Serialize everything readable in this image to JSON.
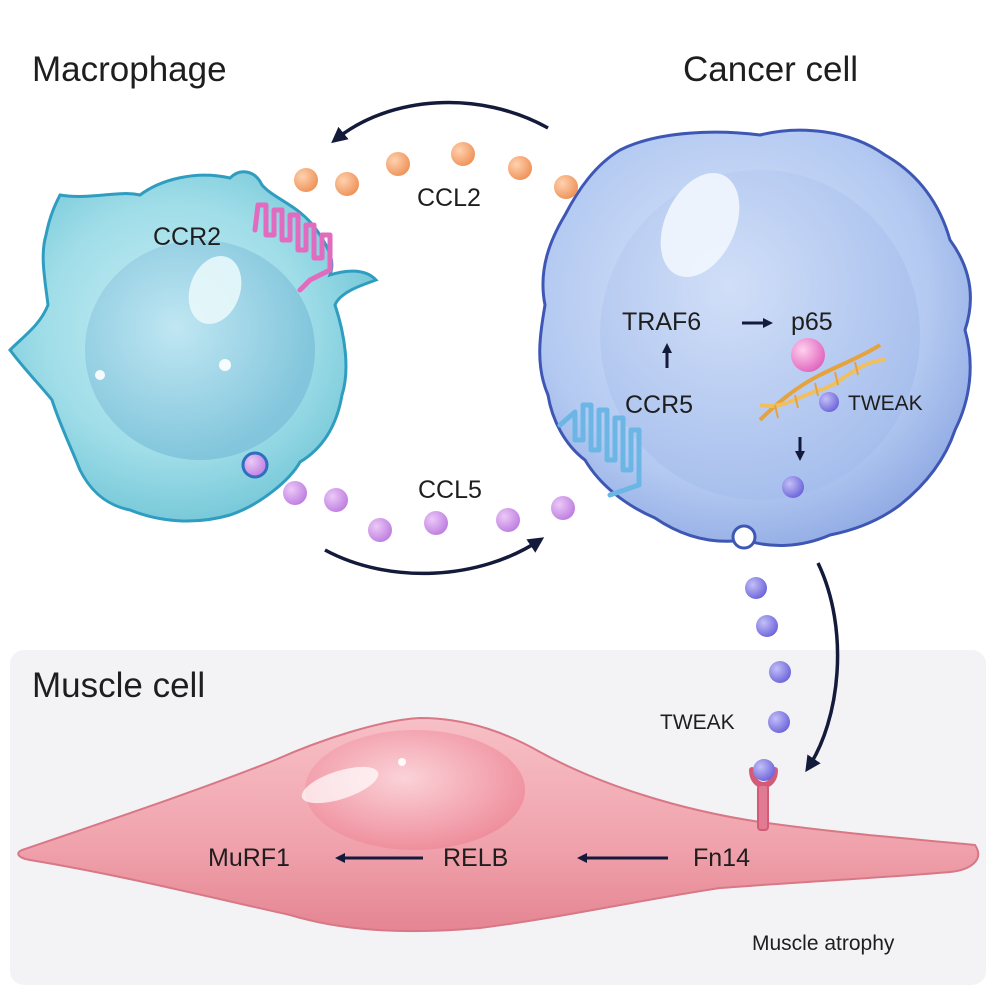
{
  "titles": {
    "macrophage": "Macrophage",
    "cancer_cell": "Cancer cell",
    "muscle_cell": "Muscle cell"
  },
  "labels": {
    "ccl2": "CCL2",
    "ccl5": "CCL5",
    "ccr2": "CCR2",
    "ccr5": "CCR5",
    "traf6": "TRAF6",
    "p65": "p65",
    "tweak_inside": "TWEAK",
    "tweak_outside": "TWEAK",
    "fn14": "Fn14",
    "relb": "RELB",
    "murf1": "MuRF1",
    "muscle_atrophy": "Muscle atrophy"
  },
  "colors": {
    "macrophage": "#8fd7e3",
    "cancer_cell": "#a9c3ee",
    "muscle_cell": "#f2a4ae",
    "ccl2_dot": "#f2a06a",
    "ccl5_dot": "#c98be6",
    "tweak_dot": "#7b73e0",
    "receptor_ccr2": "#e76fc0",
    "receptor_ccr5": "#7cc3ec",
    "arrow": "#141a3a"
  }
}
